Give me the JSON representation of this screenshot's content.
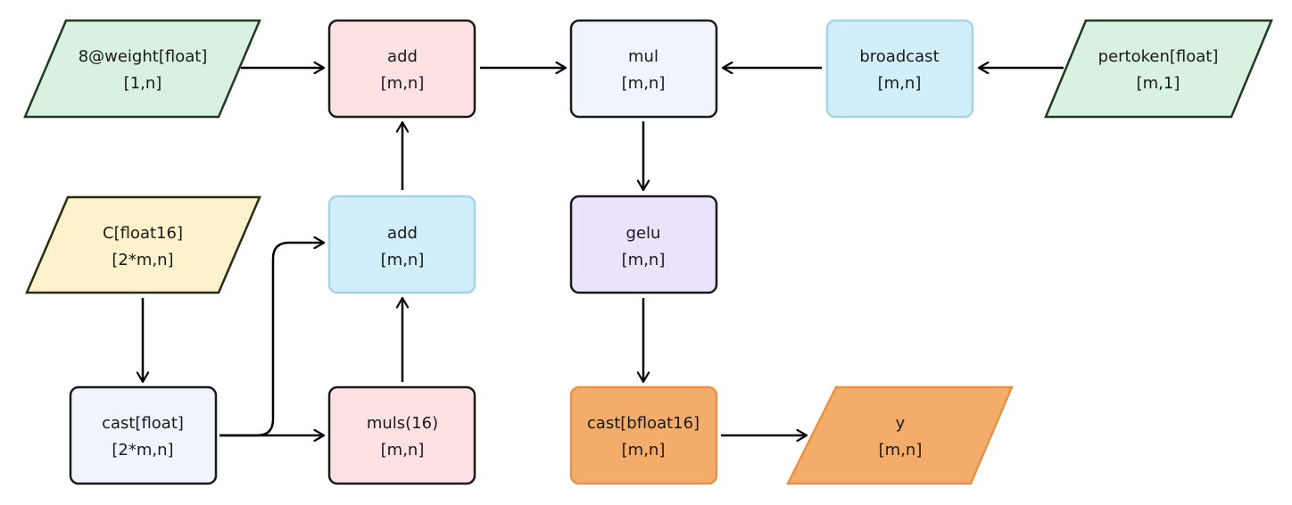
{
  "colors": {
    "green_fill": "#d9f2df",
    "green_stroke": "#1f3a1f",
    "yellow_fill": "#fdf2cc",
    "yellow_stroke": "#2a2a10",
    "pink_fill": "#fde1e3",
    "pink_stroke": "#1a1a1a",
    "lightblue_fill": "#f0f4fd",
    "lightblue_stroke": "#1a1a1a",
    "cyan_fill": "#d1eefb",
    "cyan_stroke": "#a9d2e4",
    "purple_fill": "#ebe3fb",
    "purple_stroke": "#1a1a1a",
    "orange_fill": "#f4ac6b",
    "orange_stroke": "#e29448",
    "arrow": "#000000"
  },
  "nodes": {
    "weight": {
      "line1": "8@weight[float]",
      "line2": "[1,n]"
    },
    "add_top": {
      "line1": "add",
      "line2": "[m,n]"
    },
    "mul": {
      "line1": "mul",
      "line2": "[m,n]"
    },
    "broadcast": {
      "line1": "broadcast",
      "line2": "[m,n]"
    },
    "pertoken": {
      "line1": "pertoken[float]",
      "line2": "[m,1]"
    },
    "c_input": {
      "line1": "C[float16]",
      "line2": "[2*m,n]"
    },
    "add_mid": {
      "line1": "add",
      "line2": "[m,n]"
    },
    "gelu": {
      "line1": "gelu",
      "line2": "[m,n]"
    },
    "cast_float": {
      "line1": "cast[float]",
      "line2": "[2*m,n]"
    },
    "muls": {
      "line1": "muls(16)",
      "line2": "[m,n]"
    },
    "cast_bf16": {
      "line1": "cast[bfloat16]",
      "line2": "[m,n]"
    },
    "y": {
      "line1": "y",
      "line2": "[m,n]"
    }
  }
}
